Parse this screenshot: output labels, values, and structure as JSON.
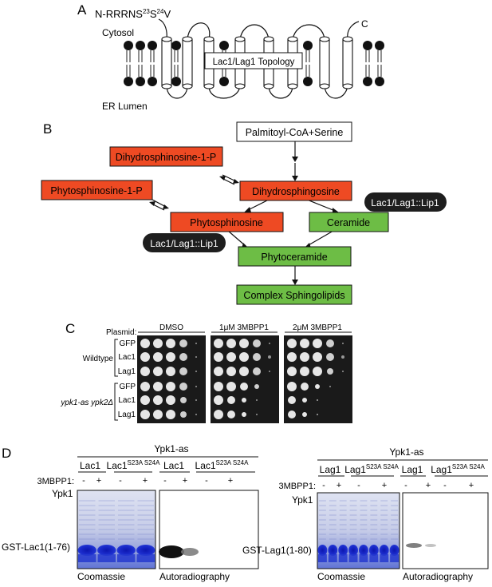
{
  "panelA": {
    "letter": "A",
    "nterm_prefix": "N-RRRNS",
    "nterm_sup1": "23",
    "nterm_mid": "S",
    "nterm_sup2": "24",
    "nterm_suffix": "V",
    "cytosol": "Cytosol",
    "er_lumen": "ER Lumen",
    "cterm": "C",
    "topology_label": "Lac1/Lag1 Topology"
  },
  "panelB": {
    "letter": "B",
    "palmitoyl": "Palmitoyl-CoA+Serine",
    "dihydrosphinosine1p": "Dihydrosphinosine-1-P",
    "dihydrosphingosine": "Dihydrosphingosine",
    "phytosphinosine1p": "Phytosphinosine-1-P",
    "phytosphinosine": "Phytosphinosine",
    "ceramide": "Ceramide",
    "enzyme_right": "Lac1/Lag1::Lip1",
    "enzyme_left": "Lac1/Lag1::Lip1",
    "phytoceramide": "Phytoceramide",
    "complex": "Complex Sphingolipids",
    "colors": {
      "orange": "#ee4a23",
      "green": "#6dbd45",
      "black": "#1e1e1e"
    }
  },
  "panelC": {
    "letter": "C",
    "plasmid_label": "Plasmid:",
    "conditions": [
      "DMSO",
      "1μM 3MBPP1",
      "2μM 3MBPP1"
    ],
    "groups": [
      "Wildtype",
      "ypk1-as ypk2Δ"
    ],
    "rows": [
      "GFP",
      "Lac1",
      "Lag1",
      "GFP",
      "Lac1",
      "Lag1"
    ]
  },
  "panelD": {
    "letter": "D",
    "left": {
      "header": "Ypk1-as",
      "lane_a": "Lac1",
      "lane_b_main": "Lac1",
      "lane_b_sup": "S23A S24A",
      "lane_c": "Lac1",
      "lane_d_main": "Lac1",
      "lane_d_sup": "S23A S24A",
      "drug": "3MBPP1:",
      "signs": [
        "-",
        "+",
        "-",
        "+",
        "-",
        "+",
        "-",
        "+"
      ],
      "ypk1": "Ypk1",
      "gst": "GST-Lac1(1-76)",
      "coomassie": "Coomassie",
      "autorad": "Autoradiography"
    },
    "right": {
      "header": "Ypk1-as",
      "lane_a": "Lag1",
      "lane_b_main": "Lag1",
      "lane_b_sup": "S23A S24A",
      "lane_c": "Lag1",
      "lane_d_main": "Lag1",
      "lane_d_sup": "S23A S24A",
      "drug": "3MBPP1:",
      "signs": [
        "-",
        "+",
        "-",
        "+",
        "-",
        "+",
        "-",
        "+"
      ],
      "ypk1": "Ypk1",
      "gst": "GST-Lag1(1-80)",
      "coomassie": "Coomassie",
      "autorad": "Autoradiography"
    }
  }
}
